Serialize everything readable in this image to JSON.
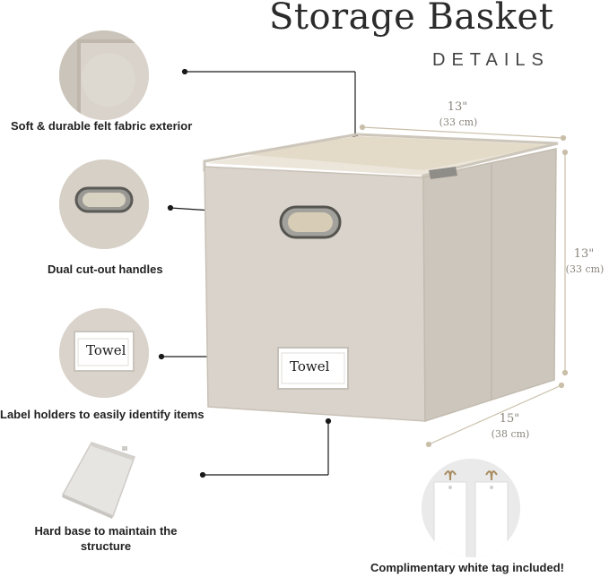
{
  "header": {
    "title": "Storage Basket",
    "subtitle": "DETAILS"
  },
  "features": [
    {
      "label": "Soft & durable felt fabric exterior",
      "icon": "felt-fabric-closeup"
    },
    {
      "label": "Dual cut-out handles",
      "icon": "metal-handle-closeup"
    },
    {
      "label": "Label holders to easily identify items",
      "icon": "label-holder-closeup",
      "tag_text": "Towel"
    },
    {
      "label_line1": "Hard base to maintain the",
      "label_line2": "structure",
      "icon": "hard-base-board"
    }
  ],
  "dimensions": {
    "width": {
      "inches": "13\"",
      "cm": "(33 cm)"
    },
    "height": {
      "inches": "13\"",
      "cm": "(33 cm)"
    },
    "depth": {
      "inches": "15\"",
      "cm": "(38 cm)"
    }
  },
  "basket_label_text": "Towel",
  "tags": {
    "label": "Complimentary white tag included!"
  },
  "colors": {
    "felt": "#d9d3cb",
    "felt_dark": "#c7c0b6",
    "dimension_line": "#c9bfa9",
    "pointer_line": "#1a1a1a",
    "text": "#222222"
  }
}
